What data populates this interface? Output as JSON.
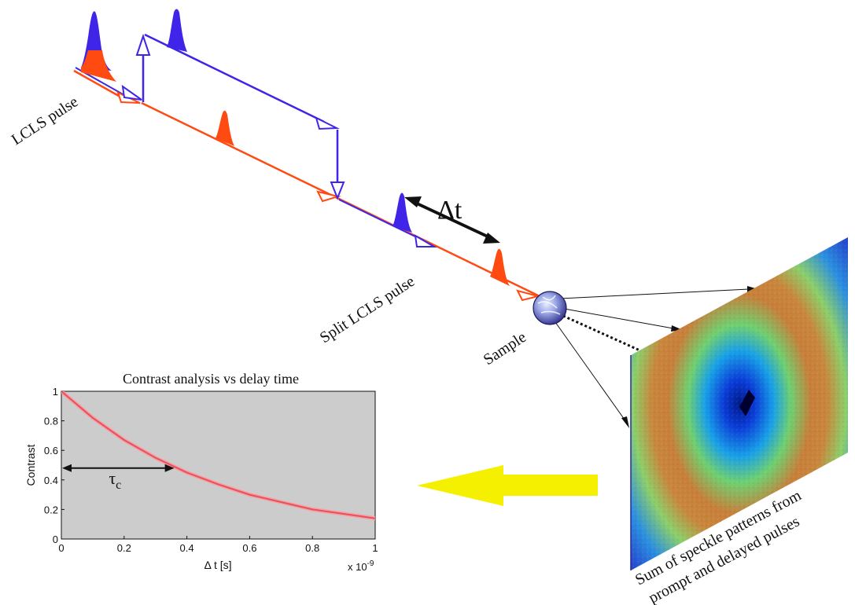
{
  "labels": {
    "lcls_pulse": "LCLS pulse",
    "split_lcls_pulse": "Split LCLS pulse",
    "delta_t": "Δt",
    "sample": "Sample",
    "speckle_caption_line1": "Sum of speckle patterns from",
    "speckle_caption_line2": "prompt and delayed pulses"
  },
  "colors": {
    "prompt_beam": "#ff4a12",
    "delayed_beam": "#3f25e8",
    "arrow_yellow": "#f4f000",
    "plot_background": "#cccccc",
    "curve": "#e8505a"
  },
  "chart_data": {
    "type": "line",
    "title": "Contrast analysis vs delay time",
    "xlabel": "Δ t [s]",
    "ylabel": "Contrast",
    "x_exponent_label": "x 10",
    "x_exponent_power": "-9",
    "xlim": [
      0,
      1
    ],
    "ylim": [
      0,
      1
    ],
    "x_ticks": [
      "0",
      "0.2",
      "0.4",
      "0.6",
      "0.8",
      "1"
    ],
    "y_ticks": [
      "0",
      "0.2",
      "0.4",
      "0.6",
      "0.8",
      "1"
    ],
    "annotation": {
      "label": "τ",
      "subscript": "c",
      "x": 0.36,
      "y": 0.48
    },
    "series": [
      {
        "x": [
          0,
          0.1,
          0.2,
          0.3,
          0.4,
          0.5,
          0.6,
          0.7,
          0.8,
          0.9,
          1.0
        ],
        "y": [
          1.0,
          0.82,
          0.67,
          0.55,
          0.45,
          0.37,
          0.3,
          0.25,
          0.2,
          0.17,
          0.14
        ]
      }
    ]
  }
}
